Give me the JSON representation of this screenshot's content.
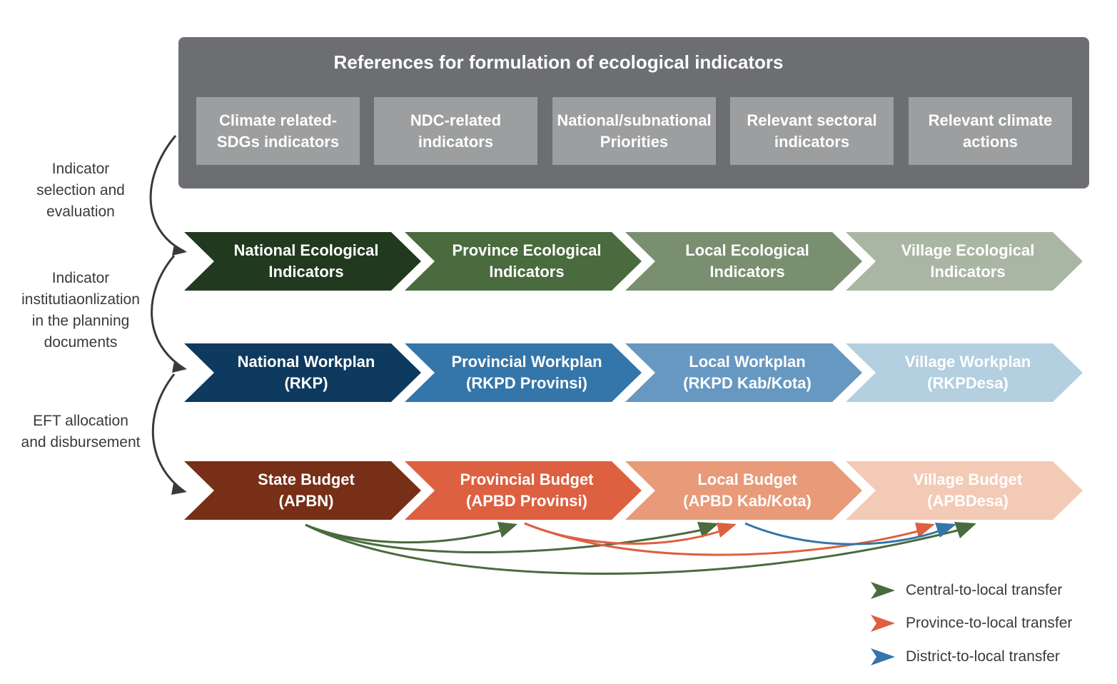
{
  "references": {
    "title": "References for formulation of ecological indicators",
    "items": [
      "Climate related-\nSDGs indicators",
      "NDC-related\nindicators",
      "National/subnational\nPriorities",
      "Relevant sectoral\nindicators",
      "Relevant climate\nactions"
    ]
  },
  "steps": [
    "Indicator\nselection and\nevaluation",
    "Indicator\ninstitutiaonlization\nin the planning\ndocuments",
    "EFT allocation\nand disbursement"
  ],
  "rows": {
    "indicators": {
      "colors": [
        "#213a1f",
        "#4a6b3d",
        "#7a8f70",
        "#aab6a4"
      ],
      "labels": [
        "National Ecological\nIndicators",
        "Province Ecological\nIndicators",
        "Local Ecological\nIndicators",
        "Village Ecological\nIndicators"
      ]
    },
    "workplans": {
      "colors": [
        "#0d3a5e",
        "#3475aa",
        "#6698c2",
        "#b3cfe0"
      ],
      "labels": [
        "National Workplan\n(RKP)",
        "Provincial Workplan\n(RKPD Provinsi)",
        "Local Workplan\n(RKPD Kab/Kota)",
        "Village Workplan\n(RKPDesa)"
      ]
    },
    "budgets": {
      "colors": [
        "#772f17",
        "#dd6040",
        "#e89a79",
        "#f3cab6"
      ],
      "labels": [
        "State Budget\n(APBN)",
        "Provincial Budget\n(APBD Provinsi)",
        "Local Budget\n(APBD Kab/Kota)",
        "Village Budget\n(APBDesa)"
      ]
    }
  },
  "legend": [
    {
      "label": "Central-to-local transfer",
      "color": "#4a6b3d"
    },
    {
      "label": "Province-to-local transfer",
      "color": "#dd6040"
    },
    {
      "label": "District-to-local transfer",
      "color": "#3475aa"
    }
  ],
  "colors": {
    "panel": "#6c6e71",
    "panel_box": "#9d9e9f",
    "step_arrow": "#3a3a3a"
  }
}
